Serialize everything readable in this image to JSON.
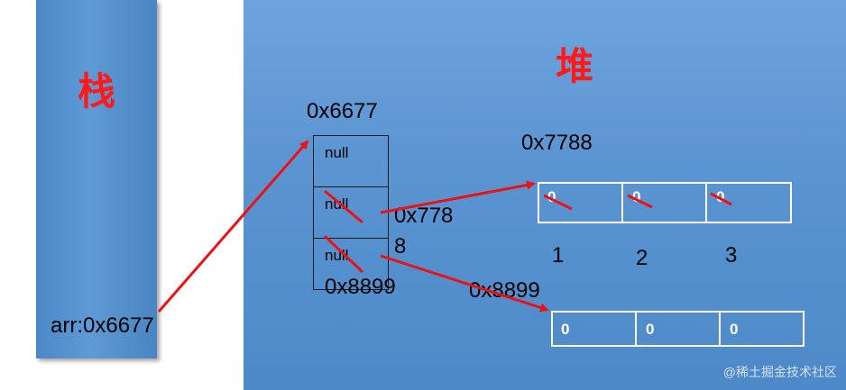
{
  "stack": {
    "title": "栈",
    "variable": "arr:0x6677"
  },
  "heap": {
    "title": "堆",
    "outer_array": {
      "address": "0x6677",
      "cells": [
        "null",
        "null",
        "null"
      ]
    },
    "labels_next_to_outer": [
      "0x778",
      "8"
    ],
    "label_below_outer": "0x8899",
    "array_a": {
      "address": "0x7788",
      "values": [
        "0",
        "0",
        "0"
      ],
      "indices": [
        "1",
        "2",
        "3"
      ]
    },
    "array_b": {
      "address": "0x8899",
      "values": [
        "0",
        "0",
        "0"
      ]
    }
  },
  "watermark": "@稀土掘金技术社区",
  "colors": {
    "arrow": "#ee1111",
    "panel": "#5b95d2",
    "title": "#ff1a1a"
  }
}
